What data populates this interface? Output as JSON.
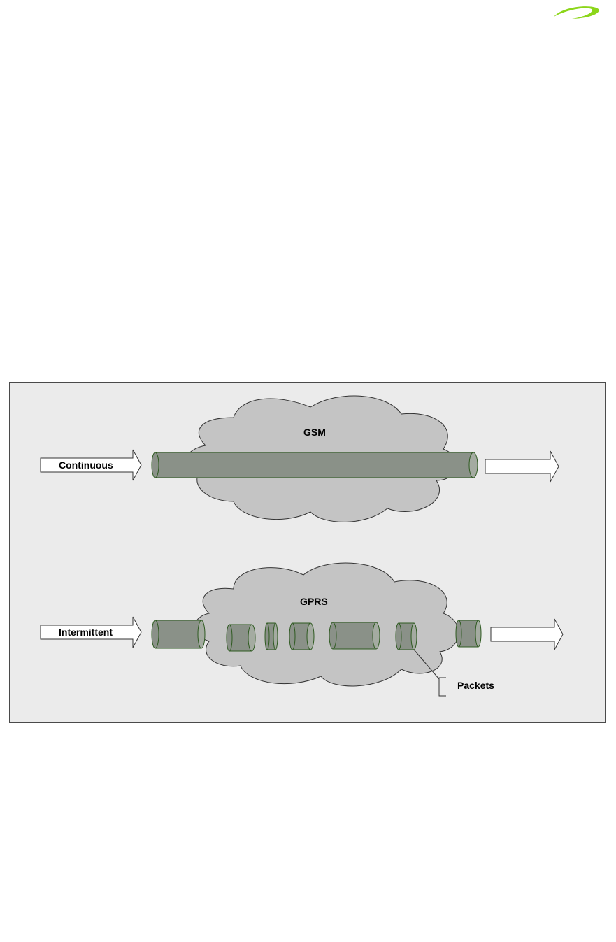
{
  "diagram": {
    "gsm_label": "GSM",
    "gprs_label": "GPRS",
    "continuous_label": "Continuous",
    "intermittent_label": "Intermittent",
    "packets_label": "Packets"
  },
  "colors": {
    "logo_green": "#8cd61a",
    "cloud_fill": "#c4c4c4",
    "tube_fill": "#8a9188",
    "tube_cap": "#a4aba1",
    "tube_edge": "#2e5a20",
    "background": "#ebebeb"
  }
}
